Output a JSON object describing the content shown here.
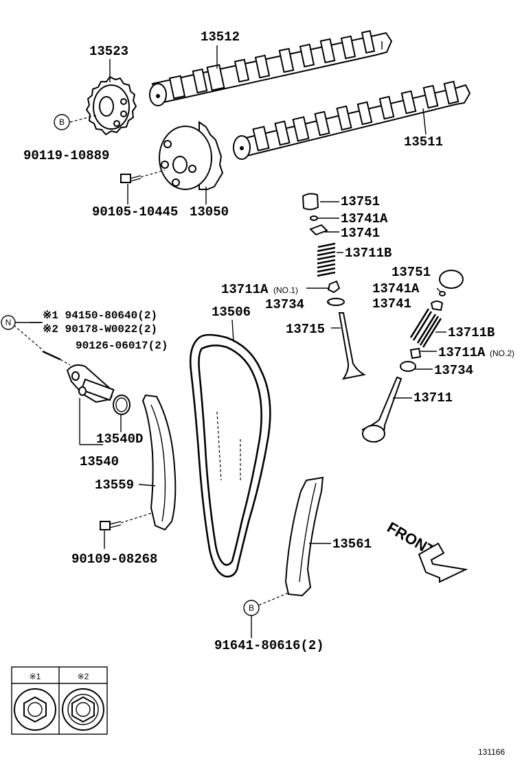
{
  "labels": {
    "p13512": "13512",
    "p13523": "13523",
    "p13511": "13511",
    "p90119": "90119-10889",
    "p90105": "90105-10445",
    "p13050": "13050",
    "p13751a": "13751",
    "p13741Aa": "13741A",
    "p13741a": "13741",
    "p13711Ba": "13711B",
    "p13711A1": "13711A",
    "p13711A1_note": "(NO.1)",
    "p13734a": "13734",
    "p13715": "13715",
    "p13506": "13506",
    "p13751b": "13751",
    "p13741Ab": "13741A",
    "p13741b": "13741",
    "p13711Bb": "13711B",
    "p13711A2": "13711A",
    "p13711A2_note": "(NO.2)",
    "p13734b": "13734",
    "p13711": "13711",
    "p94150": "※1 94150-80640(2)",
    "p90178": "※2 90178-W0022(2)",
    "p90126": "90126-06017(2)",
    "p13540D": "13540D",
    "p13540": "13540",
    "p13559": "13559",
    "p90109": "90109-08268",
    "p13561": "13561",
    "p91641": "91641-80616(2)",
    "front": "FRONT",
    "callout_B": "B",
    "callout_N": "N",
    "inset_1": "※1",
    "inset_2": "※2",
    "diagram_number": "131166"
  }
}
